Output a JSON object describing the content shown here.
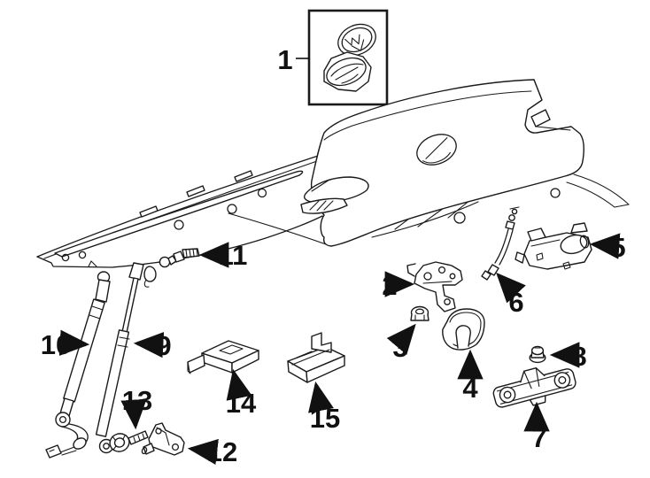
{
  "window": {
    "background": "#ffffff"
  },
  "diagram": {
    "type": "exploded-parts-line-diagram",
    "subject": "liftgate-trunk-lid-and-lock-hardware",
    "line_color": "#1a1a1a",
    "label_color": "#111111",
    "callouts": [
      {
        "number": "1"
      },
      {
        "number": "2"
      },
      {
        "number": "3"
      },
      {
        "number": "4"
      },
      {
        "number": "5"
      },
      {
        "number": "6"
      },
      {
        "number": "7"
      },
      {
        "number": "8"
      },
      {
        "number": "9"
      },
      {
        "number": "10"
      },
      {
        "number": "11"
      },
      {
        "number": "12"
      },
      {
        "number": "13"
      },
      {
        "number": "14"
      },
      {
        "number": "15"
      }
    ]
  }
}
